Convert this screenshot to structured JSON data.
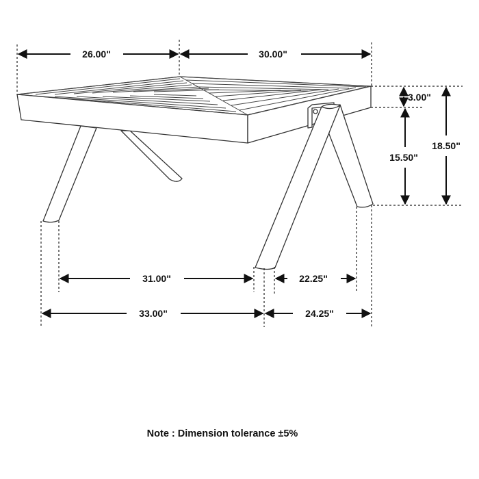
{
  "diagram": {
    "subject": "coffee table dimension drawing",
    "dimensions": {
      "top_left_width": "26.00\"",
      "top_right_depth": "30.00\"",
      "tabletop_thickness": "3.00\"",
      "leg_clearance_height": "15.50\"",
      "overall_height": "18.50\"",
      "inner_leg_span_front": "31.00\"",
      "inner_leg_span_side": "22.25\"",
      "outer_leg_span_front": "33.00\"",
      "outer_leg_span_side": "24.25\""
    },
    "note": "Note : Dimension tolerance ±5%",
    "colors": {
      "line": "#333333",
      "text": "#111111",
      "background": "#ffffff"
    }
  }
}
